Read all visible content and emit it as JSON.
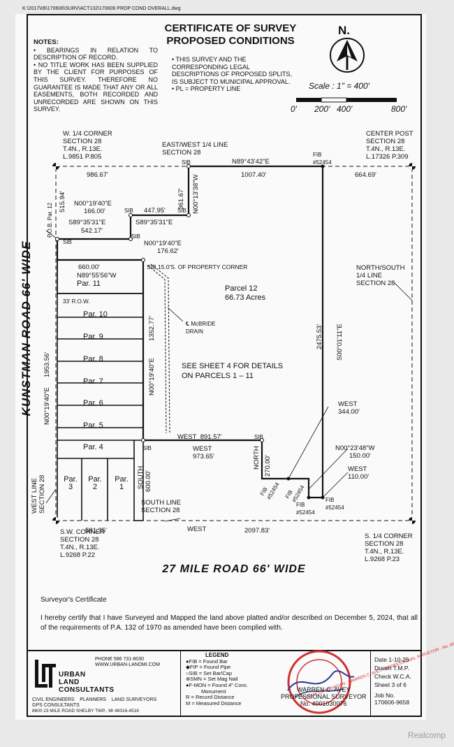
{
  "file_path": "K:\\2017\\06\\170606\\SURV\\ACT132\\170606 PROP COND OVERALL.dwg",
  "title": {
    "line1": "CERTIFICATE OF SURVEY",
    "line2": "PROPOSED CONDITIONS"
  },
  "notes": {
    "heading": "NOTES:",
    "items": [
      "• BEARINGS IN RELATION TO DESCRIPTION OF RECORD.",
      "• NO TITLE WORK HAS BEEN SUPPLIED BY THE CLIENT FOR PURPOSES OF THIS SURVEY. THEREFORE NO GUARANTEE IS MADE THAT ANY OR ALL EASEMENTS, BOTH RECORDED AND UNRECORDED ARE SHOWN ON THIS SURVEY."
    ],
    "items2": [
      "• THIS SURVEY AND THE CORRESPONDING LEGAL DESCRIPTIONS OF PROPOSED SPLITS, IS SUBJECT TO MUNICIPAL APPROVAL.",
      "• PL = PROPERTY LINE"
    ]
  },
  "north": "N.",
  "scale": {
    "label": "Scale : 1\" = 400'",
    "ticks": [
      "0'",
      "200'",
      "400'",
      "800'"
    ]
  },
  "corners": {
    "w_quarter": [
      "W. 1/4 CORNER",
      "SECTION 28",
      "T.4N., R.13E.",
      "L.9851 P.805"
    ],
    "center_post": [
      "CENTER POST",
      "SECTION 28",
      "T.4N., R.13E.",
      "L.17326 P.309"
    ],
    "sw_corner": [
      "S.W. CORNER",
      "SECTION 28",
      "T.4N., R.13E.",
      "L.9268 P.22"
    ],
    "s_quarter": [
      "S. 1/4 CORNER",
      "SECTION 28",
      "T.4N., R.13E.",
      "L.9268 P.23"
    ]
  },
  "map": {
    "ew_line": [
      "EAST/WEST  1/4 LINE",
      "SECTION 28"
    ],
    "ns_line": [
      "NORTH/SOUTH",
      "1/4 LINE",
      "SECTION 28"
    ],
    "west_line": [
      "WEST LINE",
      "SECTION 28"
    ],
    "south_line": [
      "SOUTH LINE",
      "SECTION 28"
    ],
    "pob": "P.O.B. Par. 12",
    "row": "33' R.O.W.",
    "drain": [
      "℄ McBRIDE",
      "DRAIN"
    ],
    "sib_corner": "SIB 15.0'S. OF PROPERTY CORNER",
    "parcel12": [
      "Parcel 12",
      "66.73 Acres"
    ],
    "see_sheet": [
      "SEE SHEET 4 FOR DETAILS",
      "ON PARCELS 1 – 11"
    ],
    "dims": {
      "d986": "986.67'",
      "sib": "SIB",
      "bearing_top": "N89°43'42\"E",
      "d1007": "1007.40'",
      "fib": "FIB",
      "fib_no": "#52454",
      "d664": "664.69'",
      "d361": "361.67'",
      "bearing_361": "N00°13'38\"W",
      "d515": "515.94'",
      "bearing_n00_1940": "N00°19'40\"E",
      "d166": "166.00'",
      "d447": "447.95'",
      "bearing_s89": "S89°35'31\"E",
      "d542": "542.17'",
      "d176": "176.62'",
      "d660": "660.00'",
      "bearing_n89_55": "N89°55'56\"W",
      "d1953": "1953.56'",
      "d1352": "1352.77'",
      "d2475": "2475.53'",
      "bearing_s00": "S00°01'11\"E",
      "west": "WEST",
      "d344": "344.00'",
      "d891": "891.57'",
      "d973": "973.65'",
      "north": "NORTH",
      "d270": "270.00'",
      "bearing_n00_2348": "N00°23'48\"W",
      "d150": "150.00'",
      "d110": "110.00'",
      "south": "SOUTH",
      "d600": "600.00'",
      "d581": "581.35'",
      "d2097": "2097.83'"
    },
    "parcels": [
      "Par. 11",
      "Par. 10",
      "Par. 9",
      "Par. 8",
      "Par. 7",
      "Par. 6",
      "Par. 5",
      "Par. 4"
    ],
    "bottom_parcels": [
      "Par. 3",
      "Par. 2",
      "Par. 1"
    ]
  },
  "roads": {
    "kunstman": "KUNSTMAN ROAD 66' WIDE",
    "mile27": "27 MILE ROAD 66' WIDE"
  },
  "surveyor_cert": {
    "heading": "Surveyor's Certificate",
    "text": "I hereby certify that I have Surveyed and Mapped the land above platted and/or described on December 5, 2024, that all of the requirements of P.A. 132 of 1970 as amended have been complied with."
  },
  "company": {
    "phone": "PHONE  586  731-8030",
    "web": "WWW.URBAN-LANDMI.COM",
    "name": [
      "URBAN",
      "LAND",
      "CONSULTANTS"
    ],
    "services": [
      "CIVIL ENGINEERS",
      "PLANNERS",
      "LAND SURVEYORS"
    ],
    "gps": "GPS CONSULTANTS",
    "address": "8600 23 MILE ROAD   SHELBY TWP., MI  48316-4516"
  },
  "legend": {
    "heading": "LEGEND",
    "items": [
      "●FIB = Found Bar",
      "◆FIP = Found Pipe",
      "○SIB = Set Bar/Cap",
      "⊗SMN = Set Mag Nail",
      "●F-MON = Found 4\" Conc.",
      "Monument",
      "R  = Record Distance",
      "M  = Measured Distance"
    ]
  },
  "signature": {
    "name": "WARREN C. AVEY",
    "title": "PROFESSIONAL SURVEYOR",
    "license": "No. 4001030076",
    "seal": "STATE OF MICHIGAN · WARREN C. AVEY · PROFESSIONAL SURVEYOR · No. 4001030076"
  },
  "sheet_info": {
    "date": "Date 1-10-25",
    "drawn": "Drawn T.M.P.",
    "check": "Check W.C.A.",
    "sheet": "Sheet  3 of 6",
    "job_label": "Job No.",
    "job": "170606-9658"
  },
  "watermark": "Realcomp",
  "colors": {
    "ink": "#111111",
    "seal": "#d0302e",
    "paper": "#fafafa"
  }
}
